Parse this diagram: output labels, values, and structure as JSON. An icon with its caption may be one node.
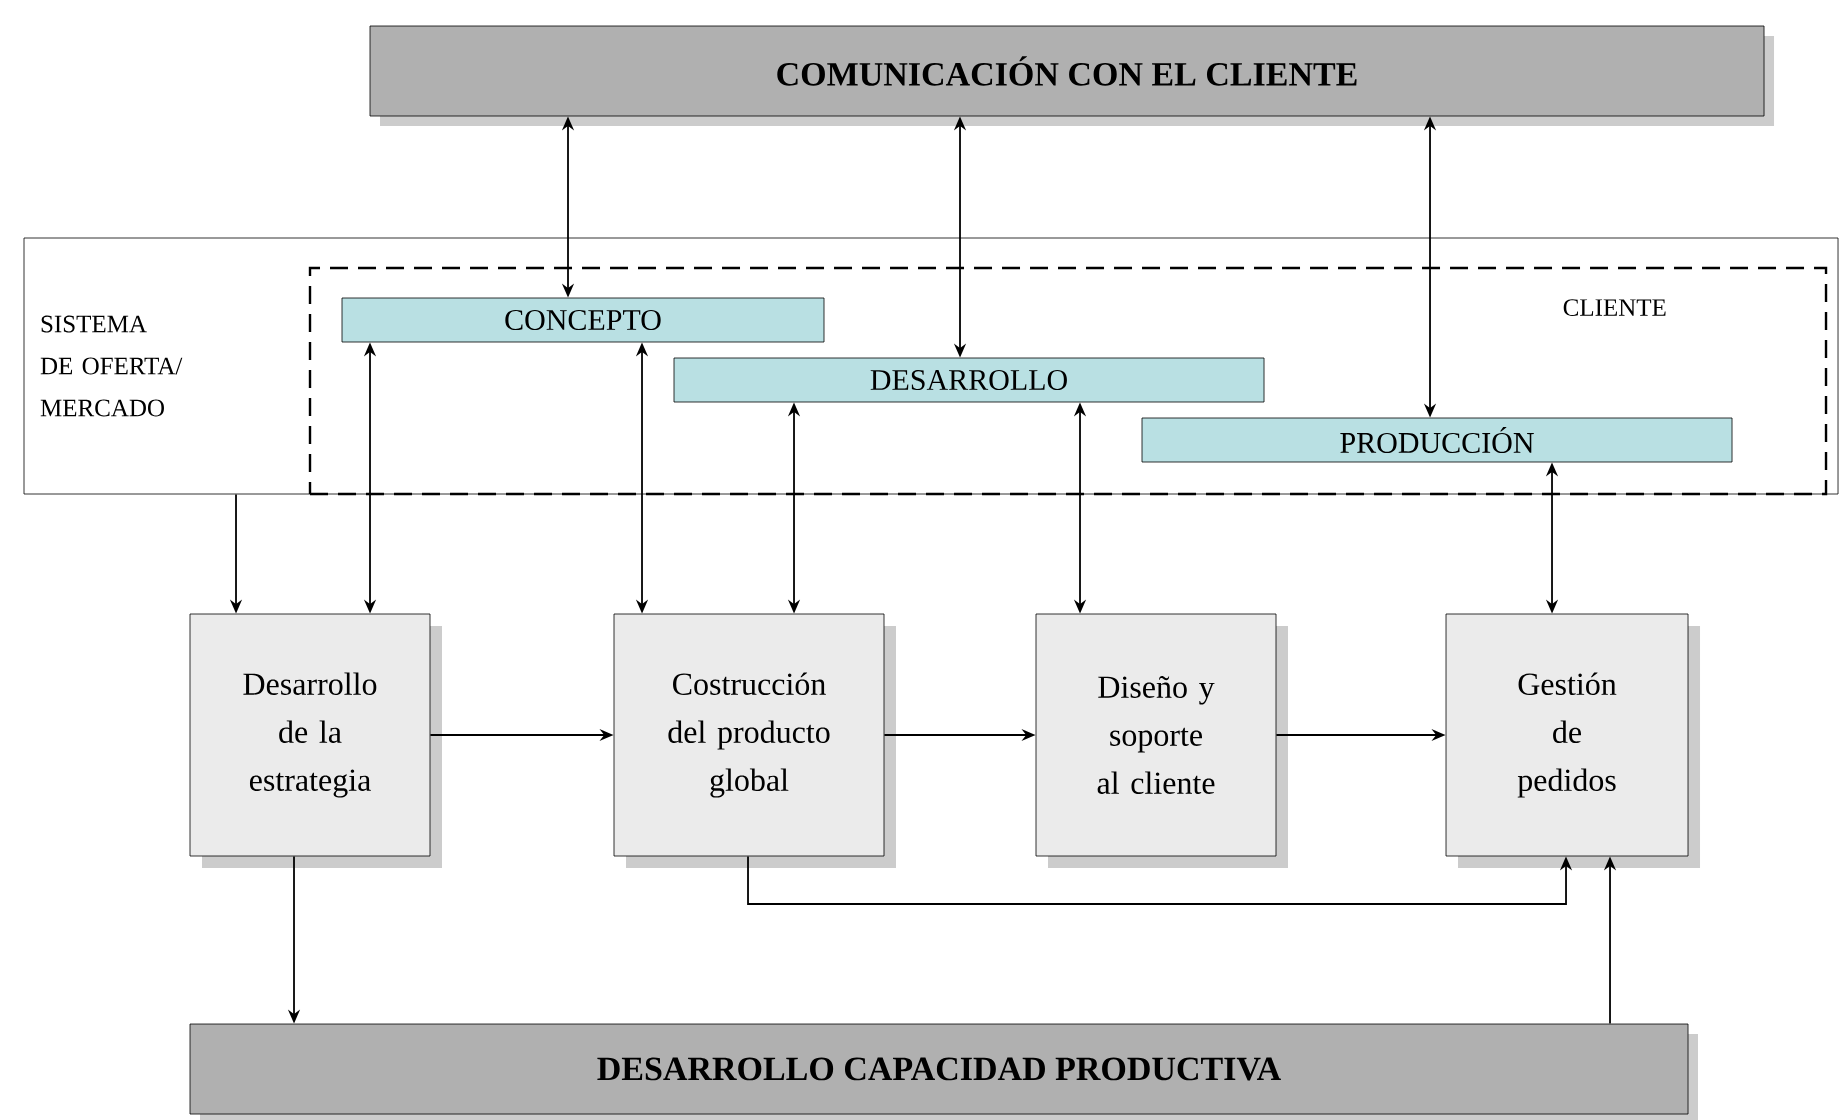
{
  "diagram": {
    "nodes": [
      {
        "text": [
          "COMUNICACIÓN CON EL CLIENTE"
        ]
      },
      {
        "text": [
          "SISTEMA DE OFERTA/ MERCADO"
        ]
      },
      {
        "text": [
          "CLIENTE"
        ],
        "in": 1
      },
      {
        "text": [
          "CONCEPTO"
        ],
        "in": 2
      },
      {
        "text": [
          "DESARROLLO"
        ],
        "in": 2
      },
      {
        "text": [
          "PRODUCCIÓN"
        ],
        "in": 2
      },
      {
        "text": [
          "Desarrollo de la estrategia"
        ]
      },
      {
        "text": [
          "Costrucción del producto global"
        ]
      },
      {
        "text": [
          "Diseño y soporte al cliente"
        ]
      },
      {
        "text": [
          "Gestión de pedidos"
        ]
      },
      {
        "text": [
          "DESARROLLO CAPACIDAD PRODUCTIVA"
        ]
      }
    ],
    "edges": [
      {
        "from": 0,
        "to": 3,
        "arrow": "both"
      },
      {
        "from": 0,
        "to": 4,
        "arrow": "both"
      },
      {
        "from": 0,
        "to": 5,
        "arrow": "both"
      },
      {
        "from": 1,
        "to": 6,
        "arrow": "to"
      },
      {
        "from": 3,
        "to": 6,
        "arrow": "both"
      },
      {
        "from": 3,
        "to": 7,
        "arrow": "both"
      },
      {
        "from": 4,
        "to": 7,
        "arrow": "both"
      },
      {
        "from": 4,
        "to": 8,
        "arrow": "both"
      },
      {
        "from": 5,
        "to": 9,
        "arrow": "both"
      },
      {
        "from": 6,
        "to": 7,
        "arrow": "to"
      },
      {
        "from": 7,
        "to": 8,
        "arrow": "to"
      },
      {
        "from": 8,
        "to": 9,
        "arrow": "to"
      },
      {
        "from": 7,
        "to": 9,
        "arrow": "to"
      },
      {
        "from": 6,
        "to": 10,
        "arrow": "to"
      },
      {
        "from": 10,
        "to": 9,
        "arrow": "to"
      }
    ]
  }
}
